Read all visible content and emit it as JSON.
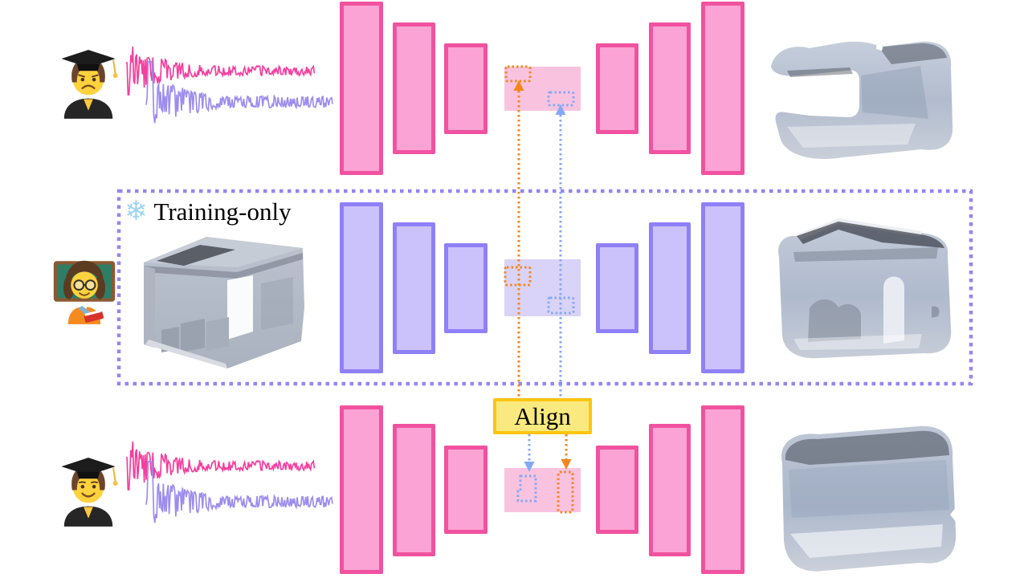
{
  "colors": {
    "background": "#ffffff",
    "pink_border": "#f1529f",
    "pink_fill": "#fba3d4",
    "pink_latent": "#f9c3e0",
    "purple_border": "#8f80f7",
    "purple_fill": "#ccc2fb",
    "purple_latent": "#d9d3f8",
    "dashed_box": "#9486f2",
    "orange": "#f6861c",
    "blue": "#84a9f4",
    "align_fill": "#fae97e",
    "align_border": "#fdc513",
    "wave_pink": "#f53f9e",
    "wave_purple": "#9c8dee",
    "label_text": "#000000"
  },
  "training_box": {
    "icon": "snowflake-icon",
    "icon_char": "❄",
    "icon_color": "#9fd4f0",
    "label": "Training-only"
  },
  "align_box": {
    "label": "Align"
  },
  "rows": [
    {
      "name": "student-row-top",
      "theme": "pink",
      "actor_icon": "student-confused-emoji",
      "input": "binaural-audio-waveform",
      "latent_tokens": [
        "orange-dashed-token",
        "blue-dashed-token"
      ],
      "output": "reconstructed-mesh-coarse"
    },
    {
      "name": "teacher-row",
      "theme": "purple",
      "actor_icon": "teacher-emoji",
      "input": "ground-truth-3d-room",
      "latent_tokens": [
        "orange-dashed-token",
        "blue-dashed-token"
      ],
      "output": "reconstructed-mesh-teacher"
    },
    {
      "name": "student-row-bottom",
      "theme": "pink",
      "actor_icon": "student-happy-emoji",
      "input": "binaural-audio-waveform",
      "latent_tokens": [
        "blue-dashed-boot-token",
        "orange-dashed-token"
      ],
      "output": "reconstructed-mesh-aligned"
    }
  ],
  "waveform": {
    "seed_pink": 7,
    "seed_purple": 13
  }
}
